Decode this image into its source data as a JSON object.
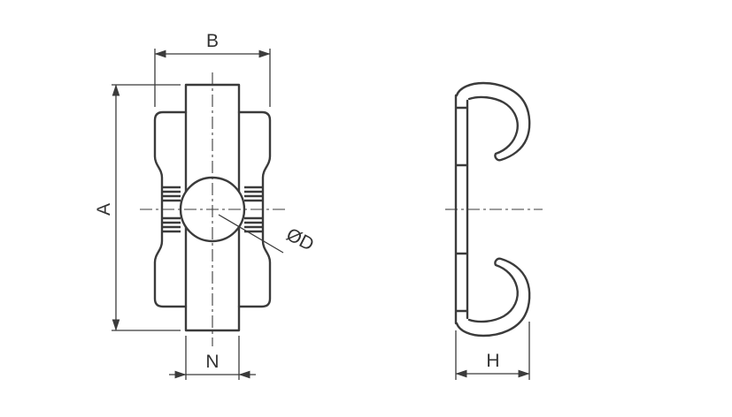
{
  "page": {
    "background_color": "#ffffff",
    "line_color": "#3b3b3b",
    "text_color": "#333333"
  },
  "drawing": {
    "labels": {
      "overall_height": "A",
      "overall_width": "B",
      "strap_width": "N",
      "hole_diameter": "ØD",
      "depth": "H"
    }
  }
}
